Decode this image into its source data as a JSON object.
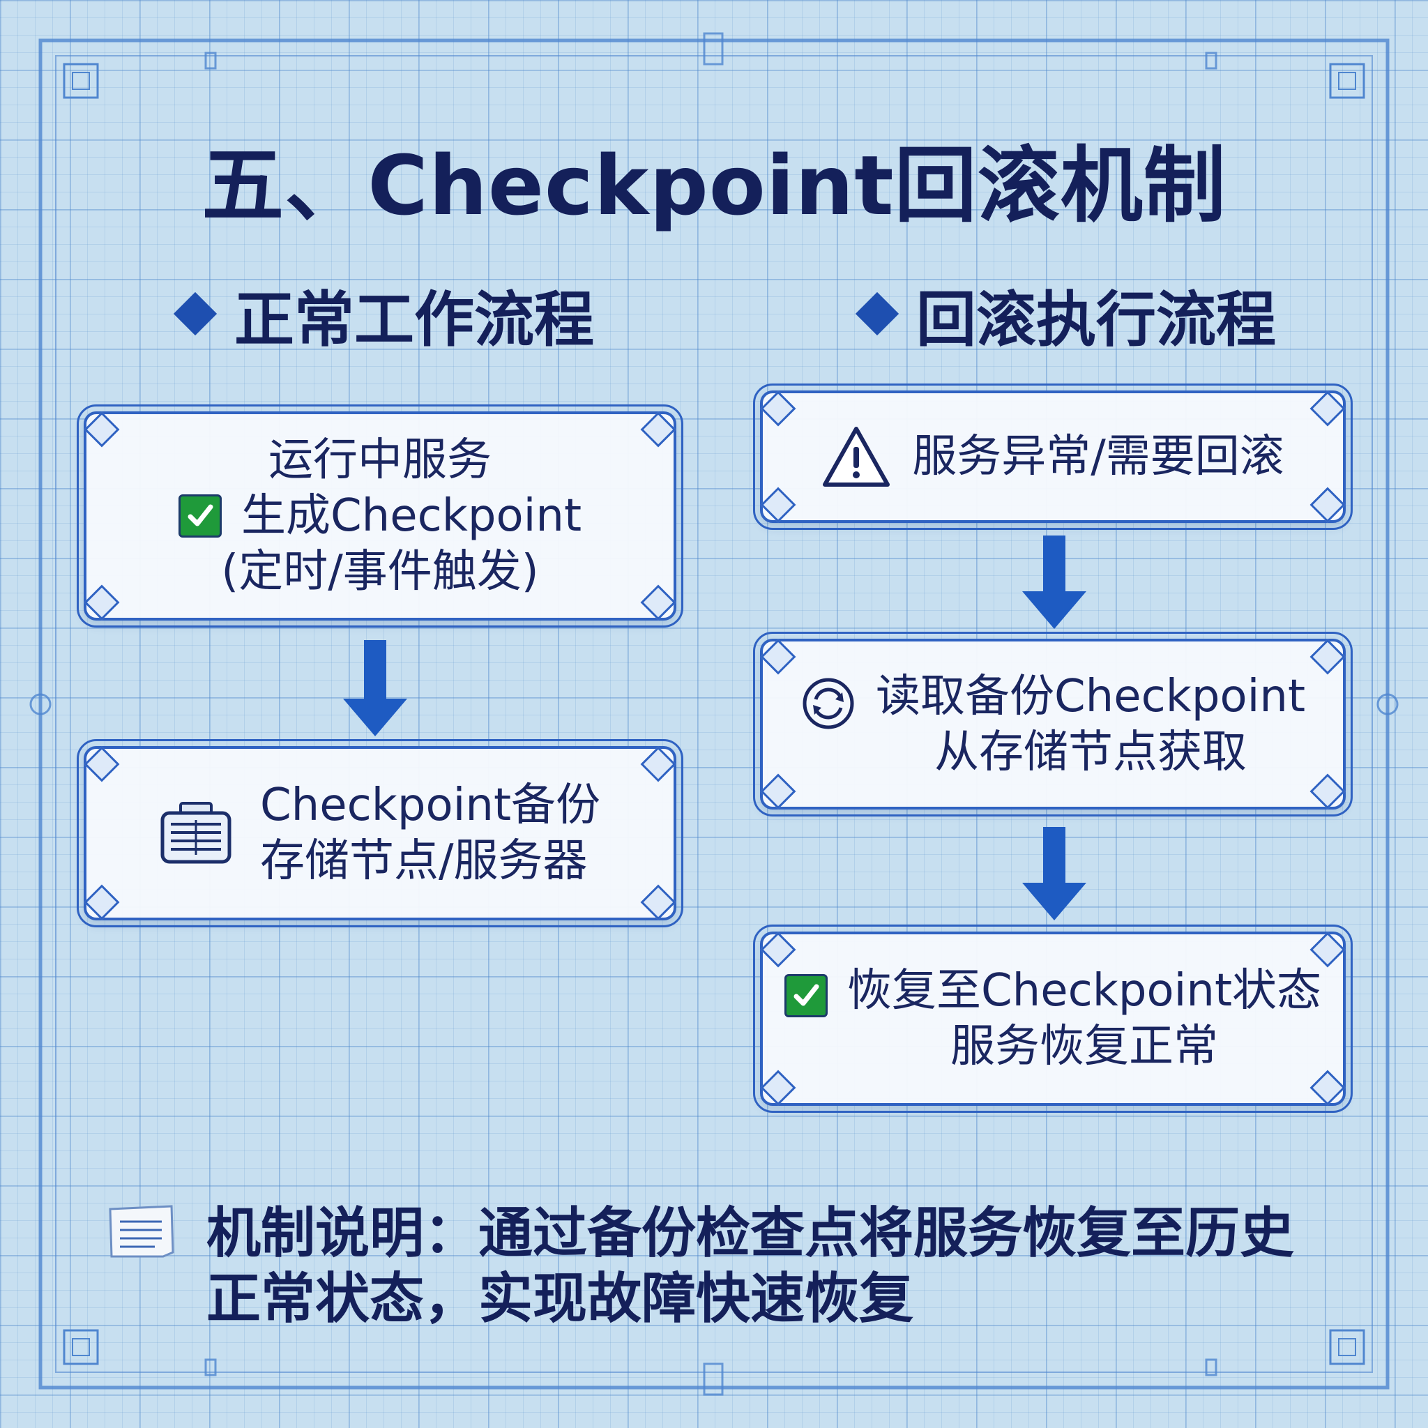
{
  "title": "五、Checkpoint回滚机制",
  "colors": {
    "primary": "#1e4fb0",
    "text": "#14205a",
    "success": "#1f9a3a",
    "background": "#c7dff0"
  },
  "left_section": {
    "heading": "正常工作流程",
    "steps": [
      {
        "icon": "check-icon",
        "lines": [
          "运行中服务",
          "生成Checkpoint",
          "(定时/事件触发)"
        ]
      },
      {
        "icon": "server-icon",
        "lines": [
          "Checkpoint备份",
          "存储节点/服务器"
        ]
      }
    ]
  },
  "right_section": {
    "heading": "回滚执行流程",
    "steps": [
      {
        "icon": "warning-icon",
        "lines": [
          "服务异常/需要回滚"
        ]
      },
      {
        "icon": "sync-icon",
        "lines": [
          "读取备份Checkpoint",
          "从存储节点获取"
        ]
      },
      {
        "icon": "check-icon",
        "lines": [
          "恢复至Checkpoint状态",
          "服务恢复正常"
        ]
      }
    ]
  },
  "note": {
    "icon": "note-icon",
    "text": "机制说明：通过备份检查点将服务恢复至历史正常状态，实现故障快速恢复"
  }
}
